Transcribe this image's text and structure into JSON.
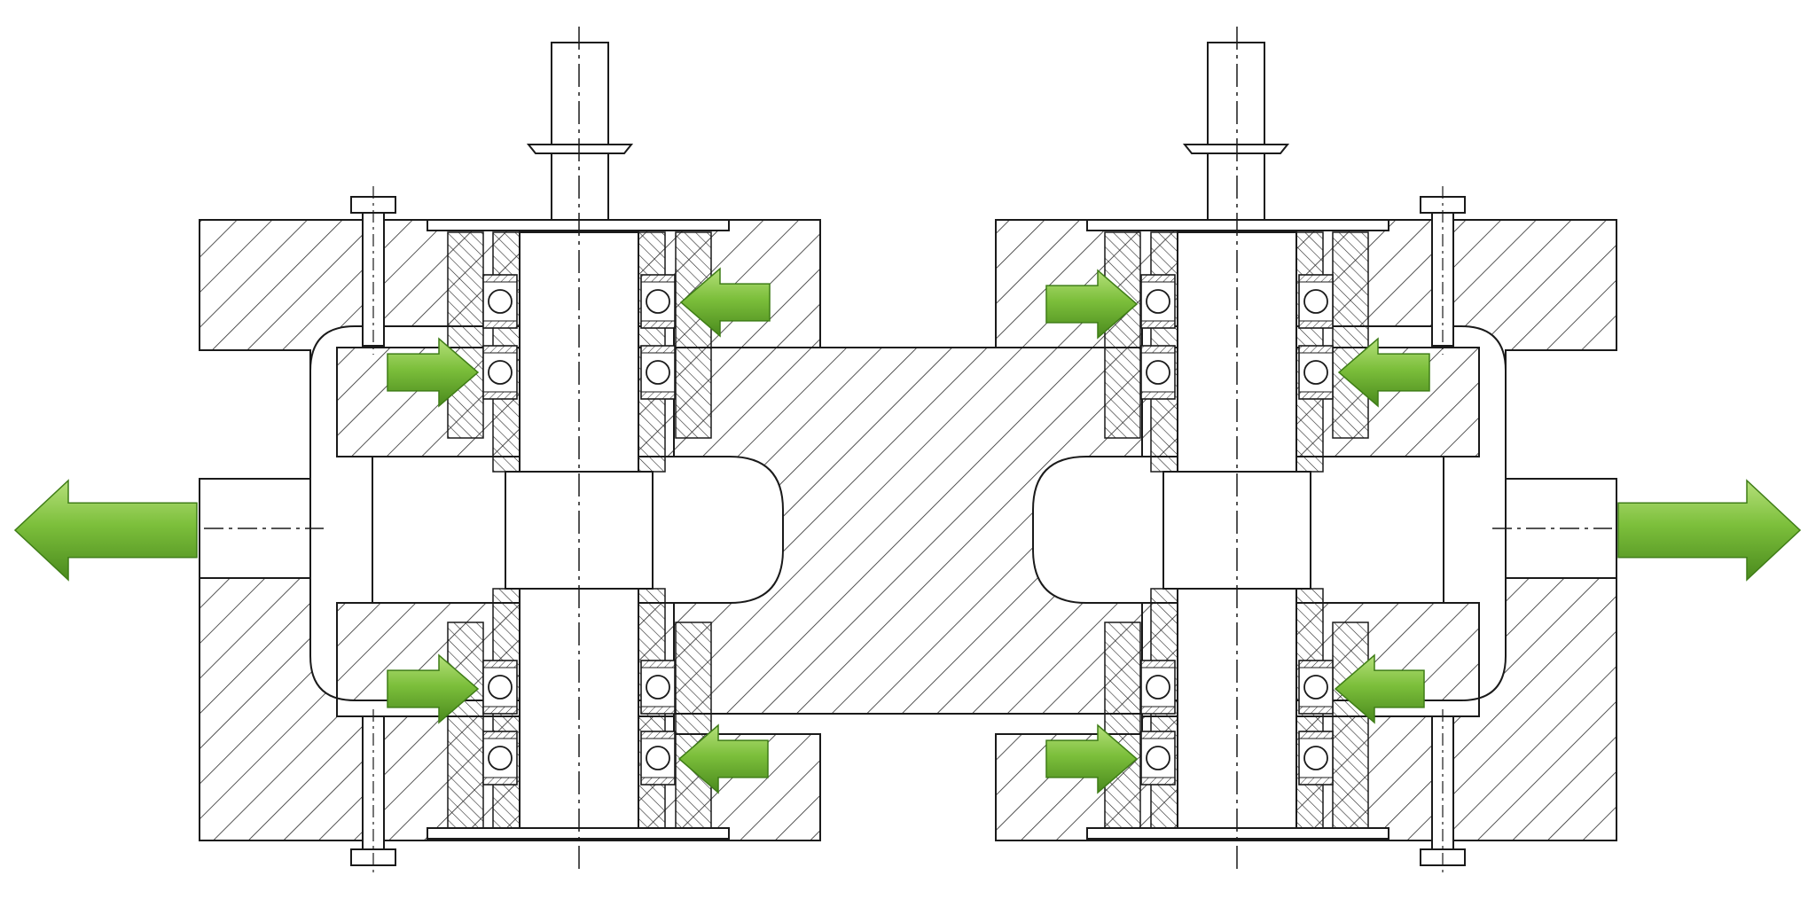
{
  "diagram": {
    "kind": "mechanical-cross-section",
    "line_color": "#1a1a1a",
    "hatch_color": "#2a2a2a",
    "background": "#ffffff",
    "arrow_colors": {
      "light": "#9fd45a",
      "mid": "#6fb232",
      "dark": "#3f7d17"
    },
    "assemblies": [
      {
        "name": "left-spindle-assembly",
        "bearing_count": 8
      },
      {
        "name": "right-spindle-assembly",
        "bearing_count": 8
      }
    ],
    "arrows": [
      {
        "name": "force-arrow-left-outward",
        "direction": "left"
      },
      {
        "name": "force-arrow-right-outward",
        "direction": "right"
      },
      {
        "name": "force-arrow-l-upper-inner",
        "direction": "left"
      },
      {
        "name": "force-arrow-l-mid-outer",
        "direction": "right"
      },
      {
        "name": "force-arrow-l-lower-outer",
        "direction": "right"
      },
      {
        "name": "force-arrow-l-lower-inner",
        "direction": "left"
      },
      {
        "name": "force-arrow-r-upper-outer",
        "direction": "right"
      },
      {
        "name": "force-arrow-r-mid-inner",
        "direction": "left"
      },
      {
        "name": "force-arrow-r-lower-inner",
        "direction": "left"
      },
      {
        "name": "force-arrow-r-lower-outer",
        "direction": "right"
      }
    ]
  }
}
